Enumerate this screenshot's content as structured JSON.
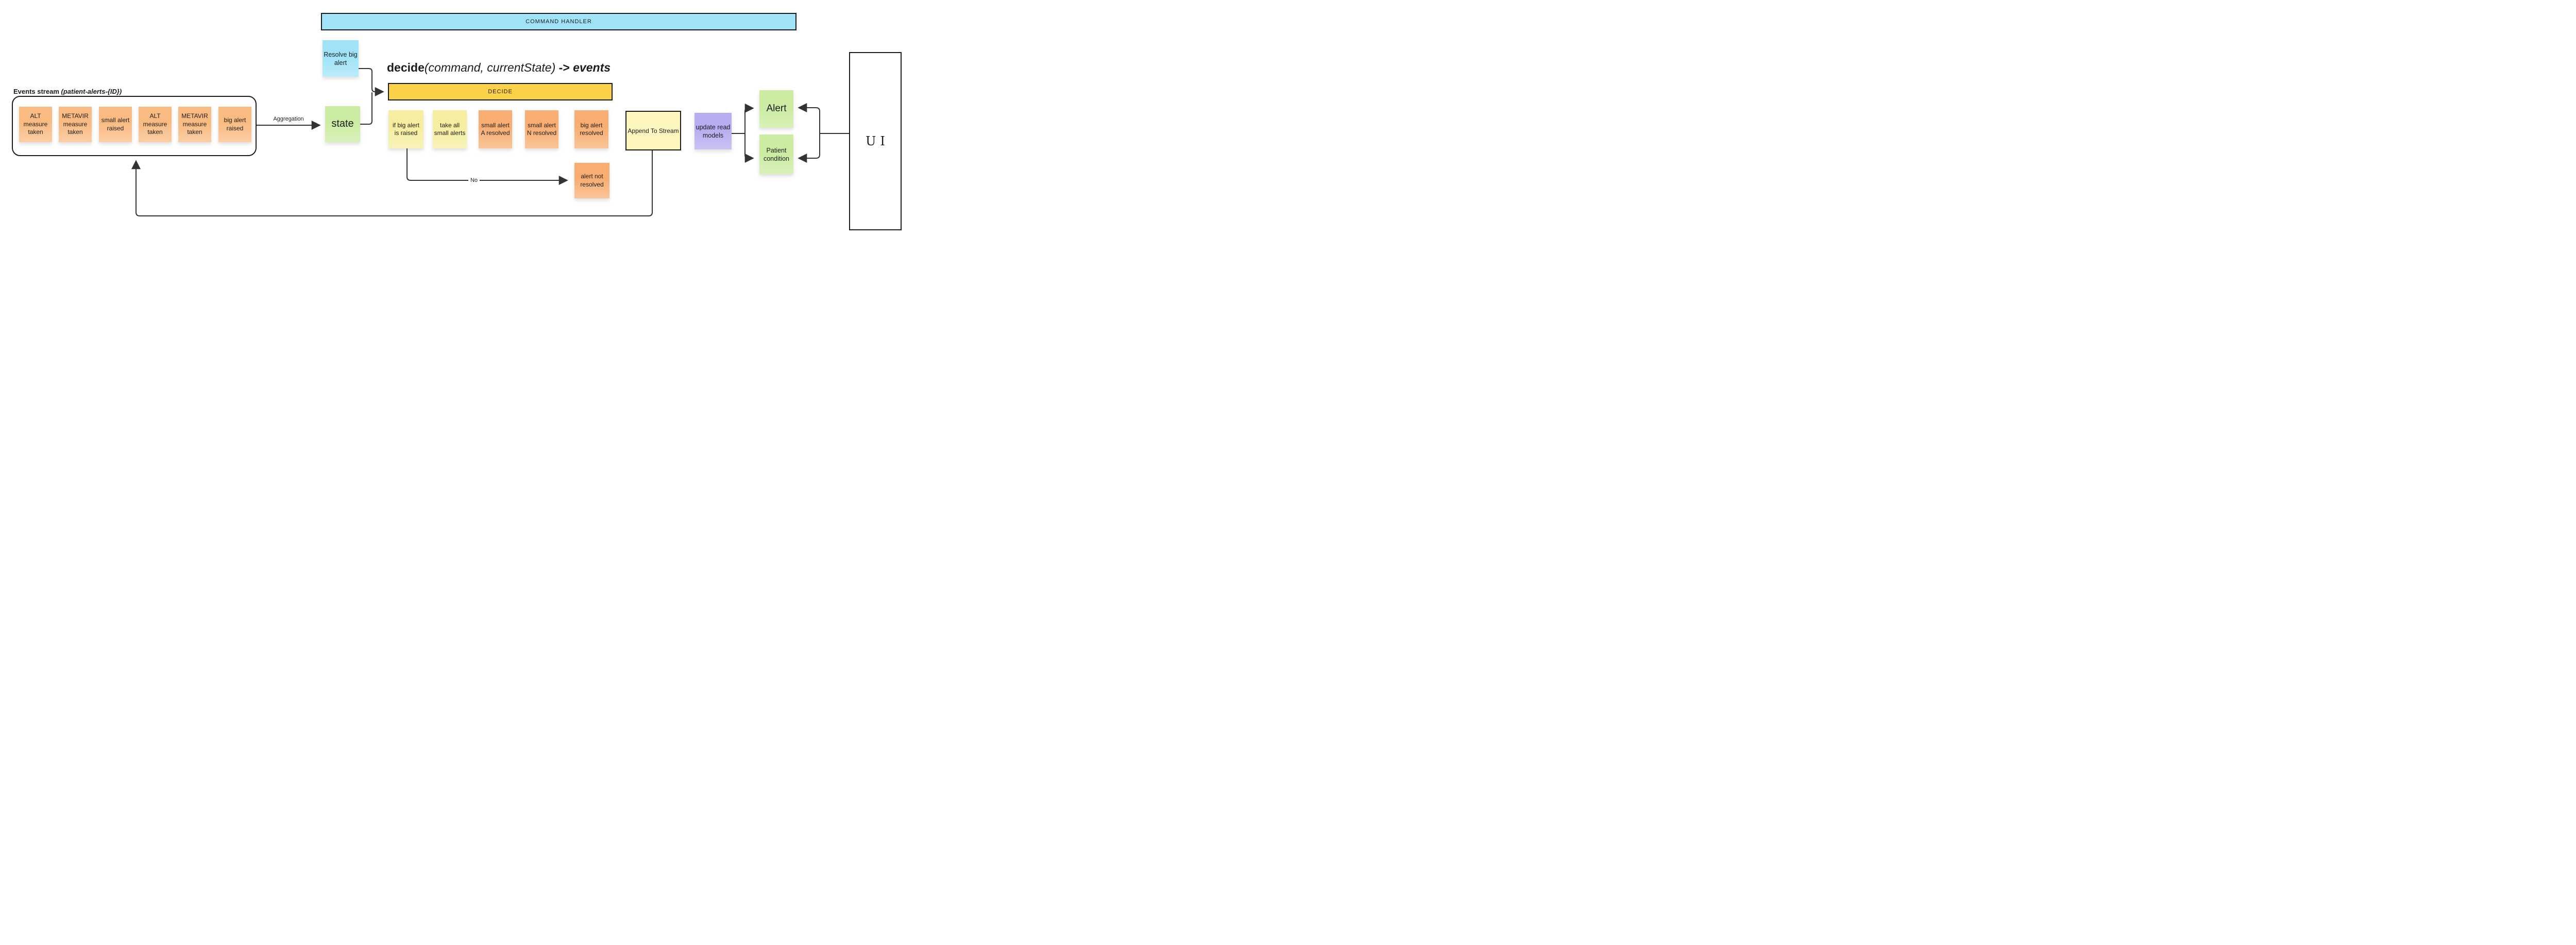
{
  "colors": {
    "line": "#333333",
    "border": "#1a1a1a",
    "background": "#ffffff",
    "orange": "#f9bb82",
    "orange-deep": "#f8ae72",
    "yellow": "#f5eea0",
    "gold": "#fbd148",
    "pale-yellow": "#fdf6be",
    "blue": "#a0e3f8",
    "green": "#cbeca1",
    "purple": "#b9acf1"
  },
  "events_stream": {
    "title": "Events stream ",
    "title_suffix": "(patient-alerts-{ID})",
    "events": [
      "ALT measure taken",
      "METAVIR measure taken",
      "small alert raised",
      "ALT measure taken",
      "METAVIR measure taken",
      "big alert raised"
    ]
  },
  "aggregation_label": "Aggregation",
  "state_note": "state",
  "command": {
    "handler_banner": "COMMAND HANDLER",
    "note": "Resolve big alert"
  },
  "decide": {
    "fn": "decide",
    "args": "(command, currentState",
    "close": ")",
    "arrow": " -> ",
    "result": "events",
    "banner": "DECIDE"
  },
  "decision_notes": [
    "if big alert is raised",
    "take all small alerts",
    "small alert A resolved",
    "small alert N resolved",
    "big alert resolved"
  ],
  "append_to_stream": "Append To Stream",
  "no_label": "No",
  "alert_not_resolved": "alert not resolved",
  "read_models": {
    "note": "update read models",
    "models": [
      "Alert",
      "Patient condition"
    ]
  },
  "ui_label": "UI"
}
